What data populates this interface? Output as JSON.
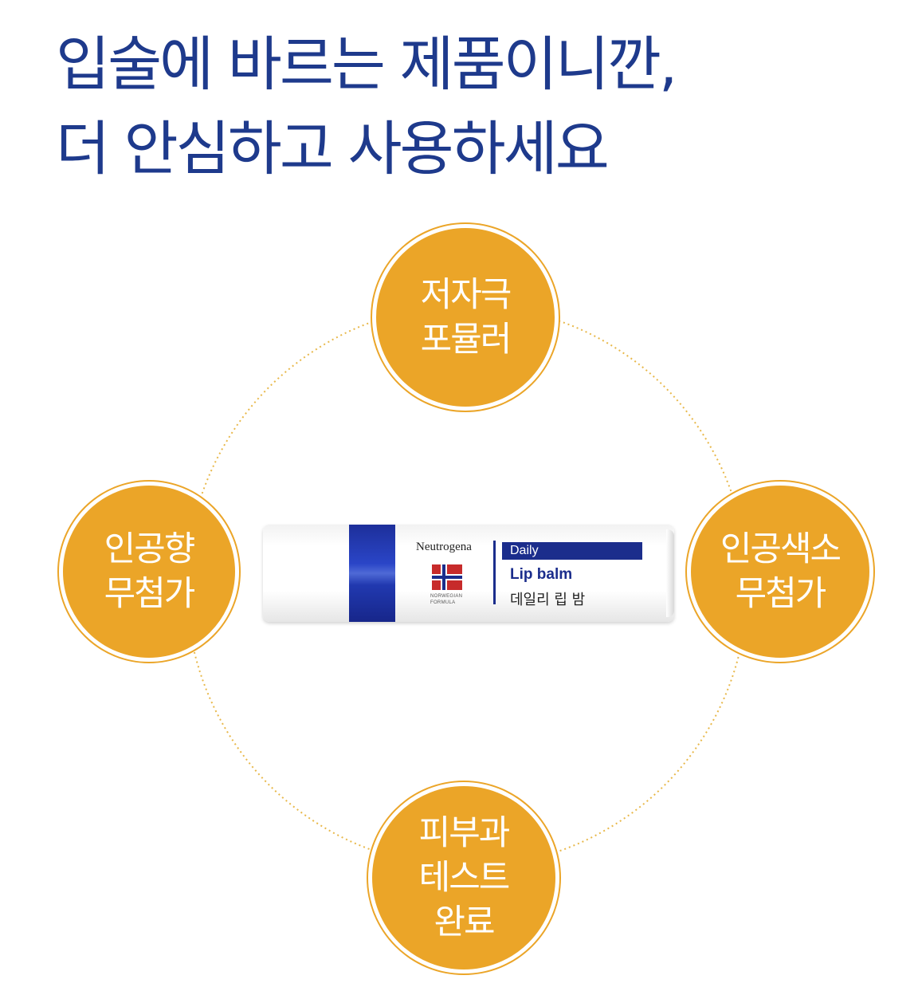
{
  "headline": {
    "line1": "입술에 바르는 제품이니깐,",
    "line2": "더 안심하고 사용하세요"
  },
  "colors": {
    "headline": "#1e3a8c",
    "badge": "#eba528",
    "ring": "#e8b84a",
    "label_band": "#1b2d8c"
  },
  "badges": {
    "top": {
      "line1": "저자극",
      "line2": "포뮬러"
    },
    "left": {
      "line1": "인공향",
      "line2": "무첨가"
    },
    "right": {
      "line1": "인공색소",
      "line2": "무첨가"
    },
    "bottom": {
      "line1": "피부과",
      "line2": "테스트",
      "line3": "완료"
    }
  },
  "product": {
    "brand": "Neutrogena",
    "formula_line1": "NORWEGIAN",
    "formula_line2": "FORMULA",
    "badge_text": "Daily",
    "name_en": "Lip balm",
    "name_ko": "데일리 립 밤"
  }
}
